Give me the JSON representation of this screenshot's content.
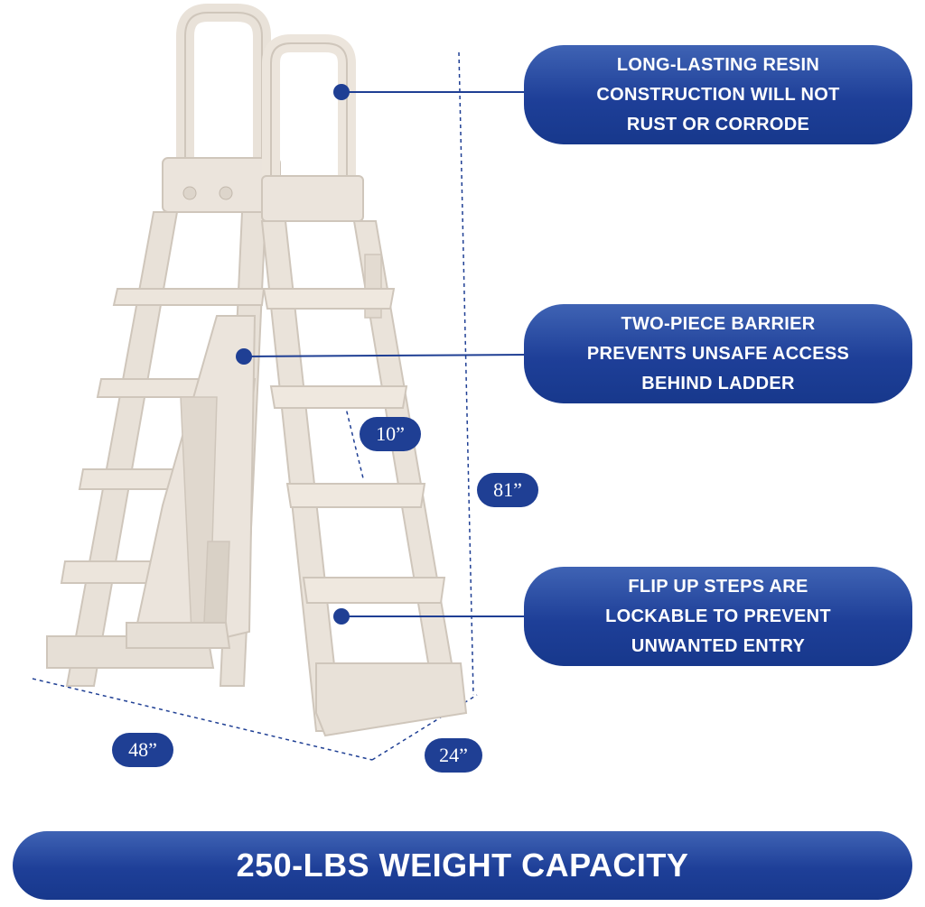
{
  "callouts": {
    "resin": {
      "lines": [
        "LONG-LASTING RESIN",
        "CONSTRUCTION WILL NOT",
        "RUST OR CORRODE"
      ]
    },
    "barrier": {
      "lines": [
        "TWO-PIECE BARRIER",
        "PREVENTS UNSAFE ACCESS",
        "BEHIND LADDER"
      ]
    },
    "steps": {
      "lines": [
        "FLIP UP STEPS ARE",
        "LOCKABLE TO PREVENT",
        "UNWANTED ENTRY"
      ]
    }
  },
  "dimensions": {
    "step_spacing": "10”",
    "height": "81”",
    "width": "48”",
    "depth": "24”"
  },
  "banner": {
    "text": "250-LBS WEIGHT CAPACITY"
  },
  "colors": {
    "brand_blue": "#1f3f94",
    "ladder_resin": "#ebe4dc",
    "ladder_shadow": "#cfc6bb"
  }
}
